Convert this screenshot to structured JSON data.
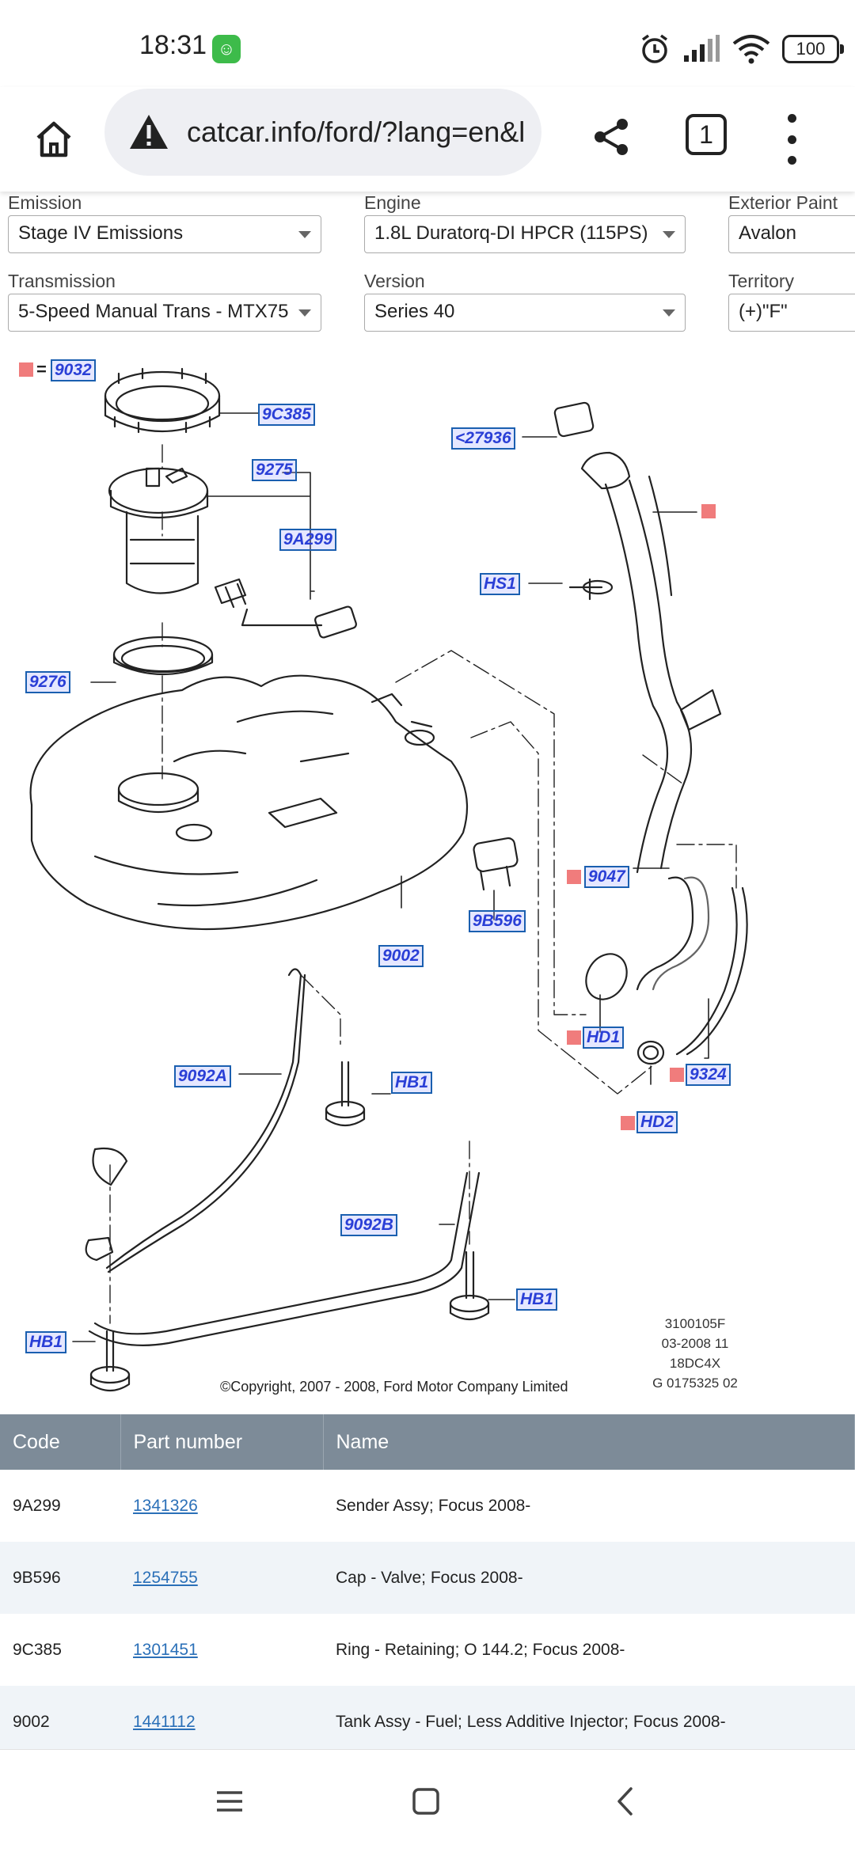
{
  "status_bar": {
    "time": "18:31",
    "app_icon": "android-robot-icon",
    "battery": "100",
    "icons": [
      "alarm-icon",
      "signal-icon",
      "wifi-icon",
      "battery-icon"
    ]
  },
  "browser": {
    "url": "catcar.info/ford/?lang=en&l",
    "tab_count": "1",
    "icons": [
      "home-icon",
      "warning-icon",
      "share-icon",
      "tabs-icon",
      "more-vert-icon"
    ]
  },
  "filters": {
    "emission": {
      "label": "Emission",
      "value": "Stage IV Emissions"
    },
    "engine": {
      "label": "Engine",
      "value": "1.8L Duratorq-DI HPCR (115PS)"
    },
    "exterior_paint": {
      "label": "Exterior Paint",
      "value": "Avalon"
    },
    "transmission": {
      "label": "Transmission",
      "value": "5-Speed Manual Trans - MTX75"
    },
    "version": {
      "label": "Version",
      "value": "Series 40"
    },
    "territory": {
      "label": "Territory",
      "value": "(+)\"F\""
    }
  },
  "diagram": {
    "legend_code": "9032",
    "legend_eq": "=",
    "callouts": {
      "c9032": "9032",
      "c9c385": "9C385",
      "c9275": "9275",
      "c9a299": "9A299",
      "c27936": "<27936",
      "chs1": "HS1",
      "c9276": "9276",
      "c9047": "9047",
      "c9b596": "9B596",
      "c9002": "9002",
      "chd1": "HD1",
      "c9092a": "9092A",
      "chb1a": "HB1",
      "c9324": "9324",
      "chd2": "HD2",
      "c9092b": "9092B",
      "chb1b": "HB1",
      "chb1c": "HB1"
    },
    "stamp": [
      "3100105F",
      "03-2008 11",
      "18DC4X",
      "G 0175325 02"
    ],
    "copyright": "©Copyright, 2007 - 2008, Ford Motor Company Limited",
    "marker_color": "#f07c7c"
  },
  "table": {
    "headers": {
      "code": "Code",
      "part_number": "Part number",
      "name": "Name"
    },
    "rows": [
      {
        "code": "9A299",
        "part_number": "1341326",
        "name": "Sender Assy; Focus 2008-"
      },
      {
        "code": "9B596",
        "part_number": "1254755",
        "name": "Cap - Valve; Focus 2008-"
      },
      {
        "code": "9C385",
        "part_number": "1301451",
        "name": "Ring - Retaining; O 144.2; Focus 2008-"
      },
      {
        "code": "9002",
        "part_number": "1441112",
        "name": "Tank Assy - Fuel; Less Additive Injector; Focus 2008-"
      }
    ],
    "header_color": "#7d8b98",
    "link_color": "#2b70b8"
  },
  "nav_bar": {
    "icons": [
      "recents-icon",
      "home-square-icon",
      "back-icon"
    ]
  }
}
